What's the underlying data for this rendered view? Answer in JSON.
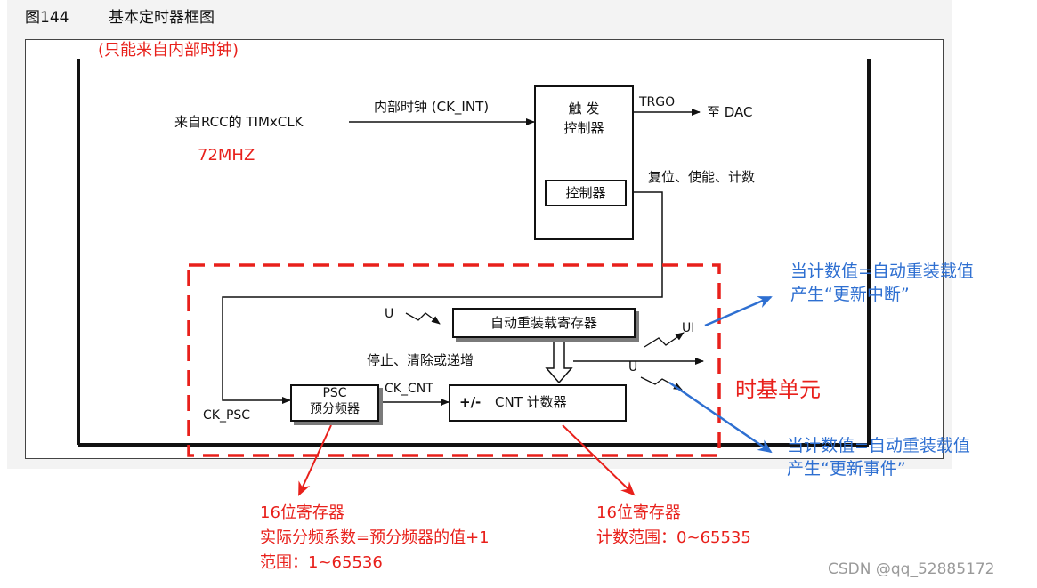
{
  "figure": {
    "number": "图144",
    "title": "基本定时器框图",
    "note_internal_clock": "(只能来自内部时钟)"
  },
  "clock_source": {
    "label": "来自RCC的 TIMxCLK",
    "frequency": "72MHZ",
    "internal_clock_label": "内部时钟 (CK_INT)"
  },
  "trigger_controller": {
    "title_line1": "触 发",
    "title_line2": "控制器",
    "inner_label": "控制器",
    "trgo_label": "TRGO",
    "trgo_target": "至 DAC",
    "control_signals": "复位、使能、计数"
  },
  "time_base": {
    "label": "时基单元",
    "arr_label": "自动重装载寄存器",
    "u_label_arr": "U",
    "ui_label": "UI",
    "u_label_out": "U",
    "action_label": "停止、清除或递增",
    "ck_psc_label": "CK_PSC",
    "psc_line1": "PSC",
    "psc_line2": "预分频器",
    "ck_cnt_label": "CK_CNT",
    "cnt_sign": "+/-",
    "cnt_label": "CNT 计数器"
  },
  "annotations": {
    "update_interrupt_line1": "当计数值=自动重装载值",
    "update_interrupt_line2": "产生“更新中断”",
    "update_event_line1": "当计数值=自动重装载值",
    "update_event_line2": "产生“更新事件”",
    "psc_line1": "16位寄存器",
    "psc_line2": "实际分频系数=预分频器的值+1",
    "psc_line3": "范围：1~65536",
    "cnt_line1": "16位寄存器",
    "cnt_line2": "计数范围：0~65535"
  },
  "watermark": "CSDN @qq_52885172",
  "colors": {
    "annotation_red": "#e8201b",
    "annotation_blue": "#2e6fd1",
    "diagram_black": "#111111"
  }
}
